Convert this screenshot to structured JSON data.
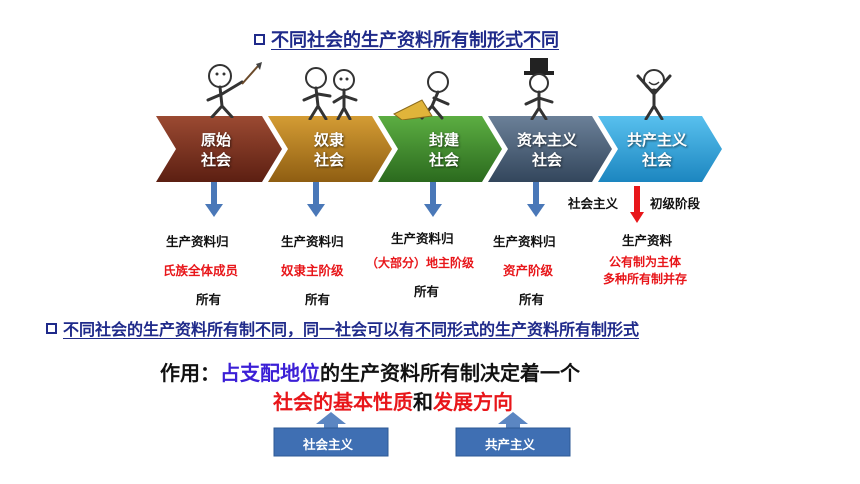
{
  "heading1": "不同社会的生产资料所有制形式不同",
  "stages": [
    {
      "line1": "原始",
      "line2": "社会",
      "color": "#7a2e1e"
    },
    {
      "line1": "奴隶",
      "line2": "社会",
      "color": "#b07a1c"
    },
    {
      "line1": "封建",
      "line2": "社会",
      "color": "#3d8a2c"
    },
    {
      "line1": "资本主义",
      "line2": "社会",
      "color": "#4b5f76"
    },
    {
      "line1": "共产主义",
      "line2": "社会",
      "color": "#2aa0d8"
    }
  ],
  "columns": [
    {
      "top": "生产资料归",
      "owner": "氏族全体成员",
      "bottom": "所有"
    },
    {
      "top": "生产资料归",
      "owner": "奴隶主阶级",
      "bottom": "所有"
    },
    {
      "top": "生产资料归",
      "owner": "（大部分）地主阶级",
      "bottom": "所有"
    },
    {
      "top": "生产资料归",
      "owner": "资产阶级",
      "bottom": "所有"
    },
    {
      "top": "生产资料",
      "owner": "公有制为主体",
      "owner2": "多种所有制并存"
    }
  ],
  "socialism_stage": {
    "left": "社会主义",
    "right": "初级阶段"
  },
  "heading2": "不同社会的生产资料所有制不同，同一社会可以有不同形式的生产资料所有制形式",
  "role": {
    "prefix": "作用：",
    "highlight": "占支配地位",
    "rest": "的生产资料所有制决定着一个",
    "line2_a": "社会的基本性质",
    "line2_and": "和",
    "line2_b": "发展方向"
  },
  "buttons": {
    "left": "社会主义",
    "right": "共产主义"
  },
  "colors": {
    "heading": "#1f2a8a",
    "accent_red": "#e8161a",
    "highlight_blue": "#3b1fd6",
    "arrow_blue": "#4a78b8"
  }
}
